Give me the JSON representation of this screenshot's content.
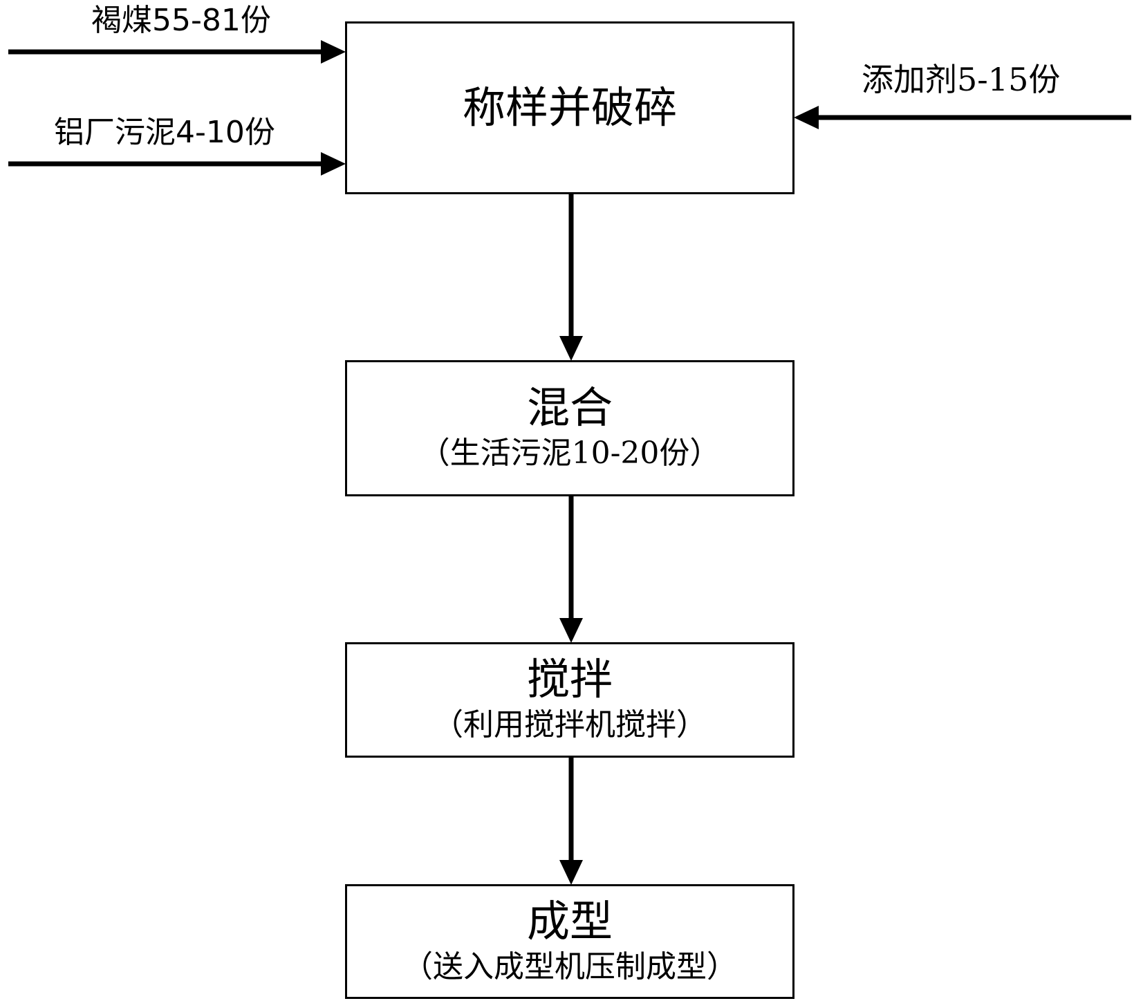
{
  "inputs": {
    "lignite": "褐煤55-81份",
    "aluminum_sludge": "铝厂污泥4-10份",
    "additive": "添加剂5-15份"
  },
  "steps": [
    {
      "title": "称样并破碎",
      "subtitle": ""
    },
    {
      "title": "混合",
      "subtitle": "（生活污泥10-20份）"
    },
    {
      "title": "搅拌",
      "subtitle": "（利用搅拌机搅拌）"
    },
    {
      "title": "成型",
      "subtitle": "（送入成型机压制成型）"
    }
  ],
  "colors": {
    "line": "#000000",
    "background": "#ffffff"
  }
}
